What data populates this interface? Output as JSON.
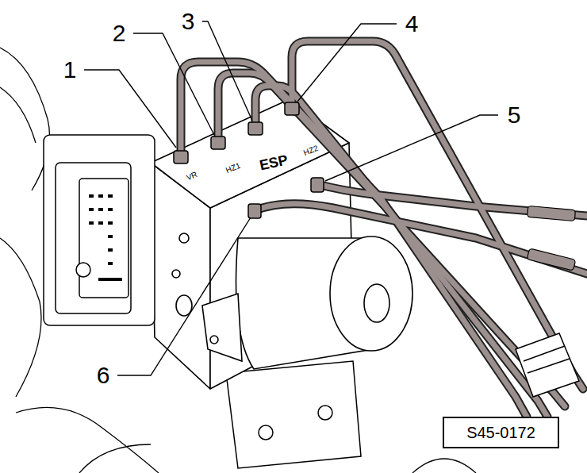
{
  "diagram": {
    "nodes": [
      {
        "text": [
          "S45-0172"
        ]
      }
    ],
    "labels": [
      "1",
      "2",
      "3",
      "4",
      "5",
      "6",
      "ESP",
      "VR",
      "HZ1",
      "HZ2"
    ]
  }
}
